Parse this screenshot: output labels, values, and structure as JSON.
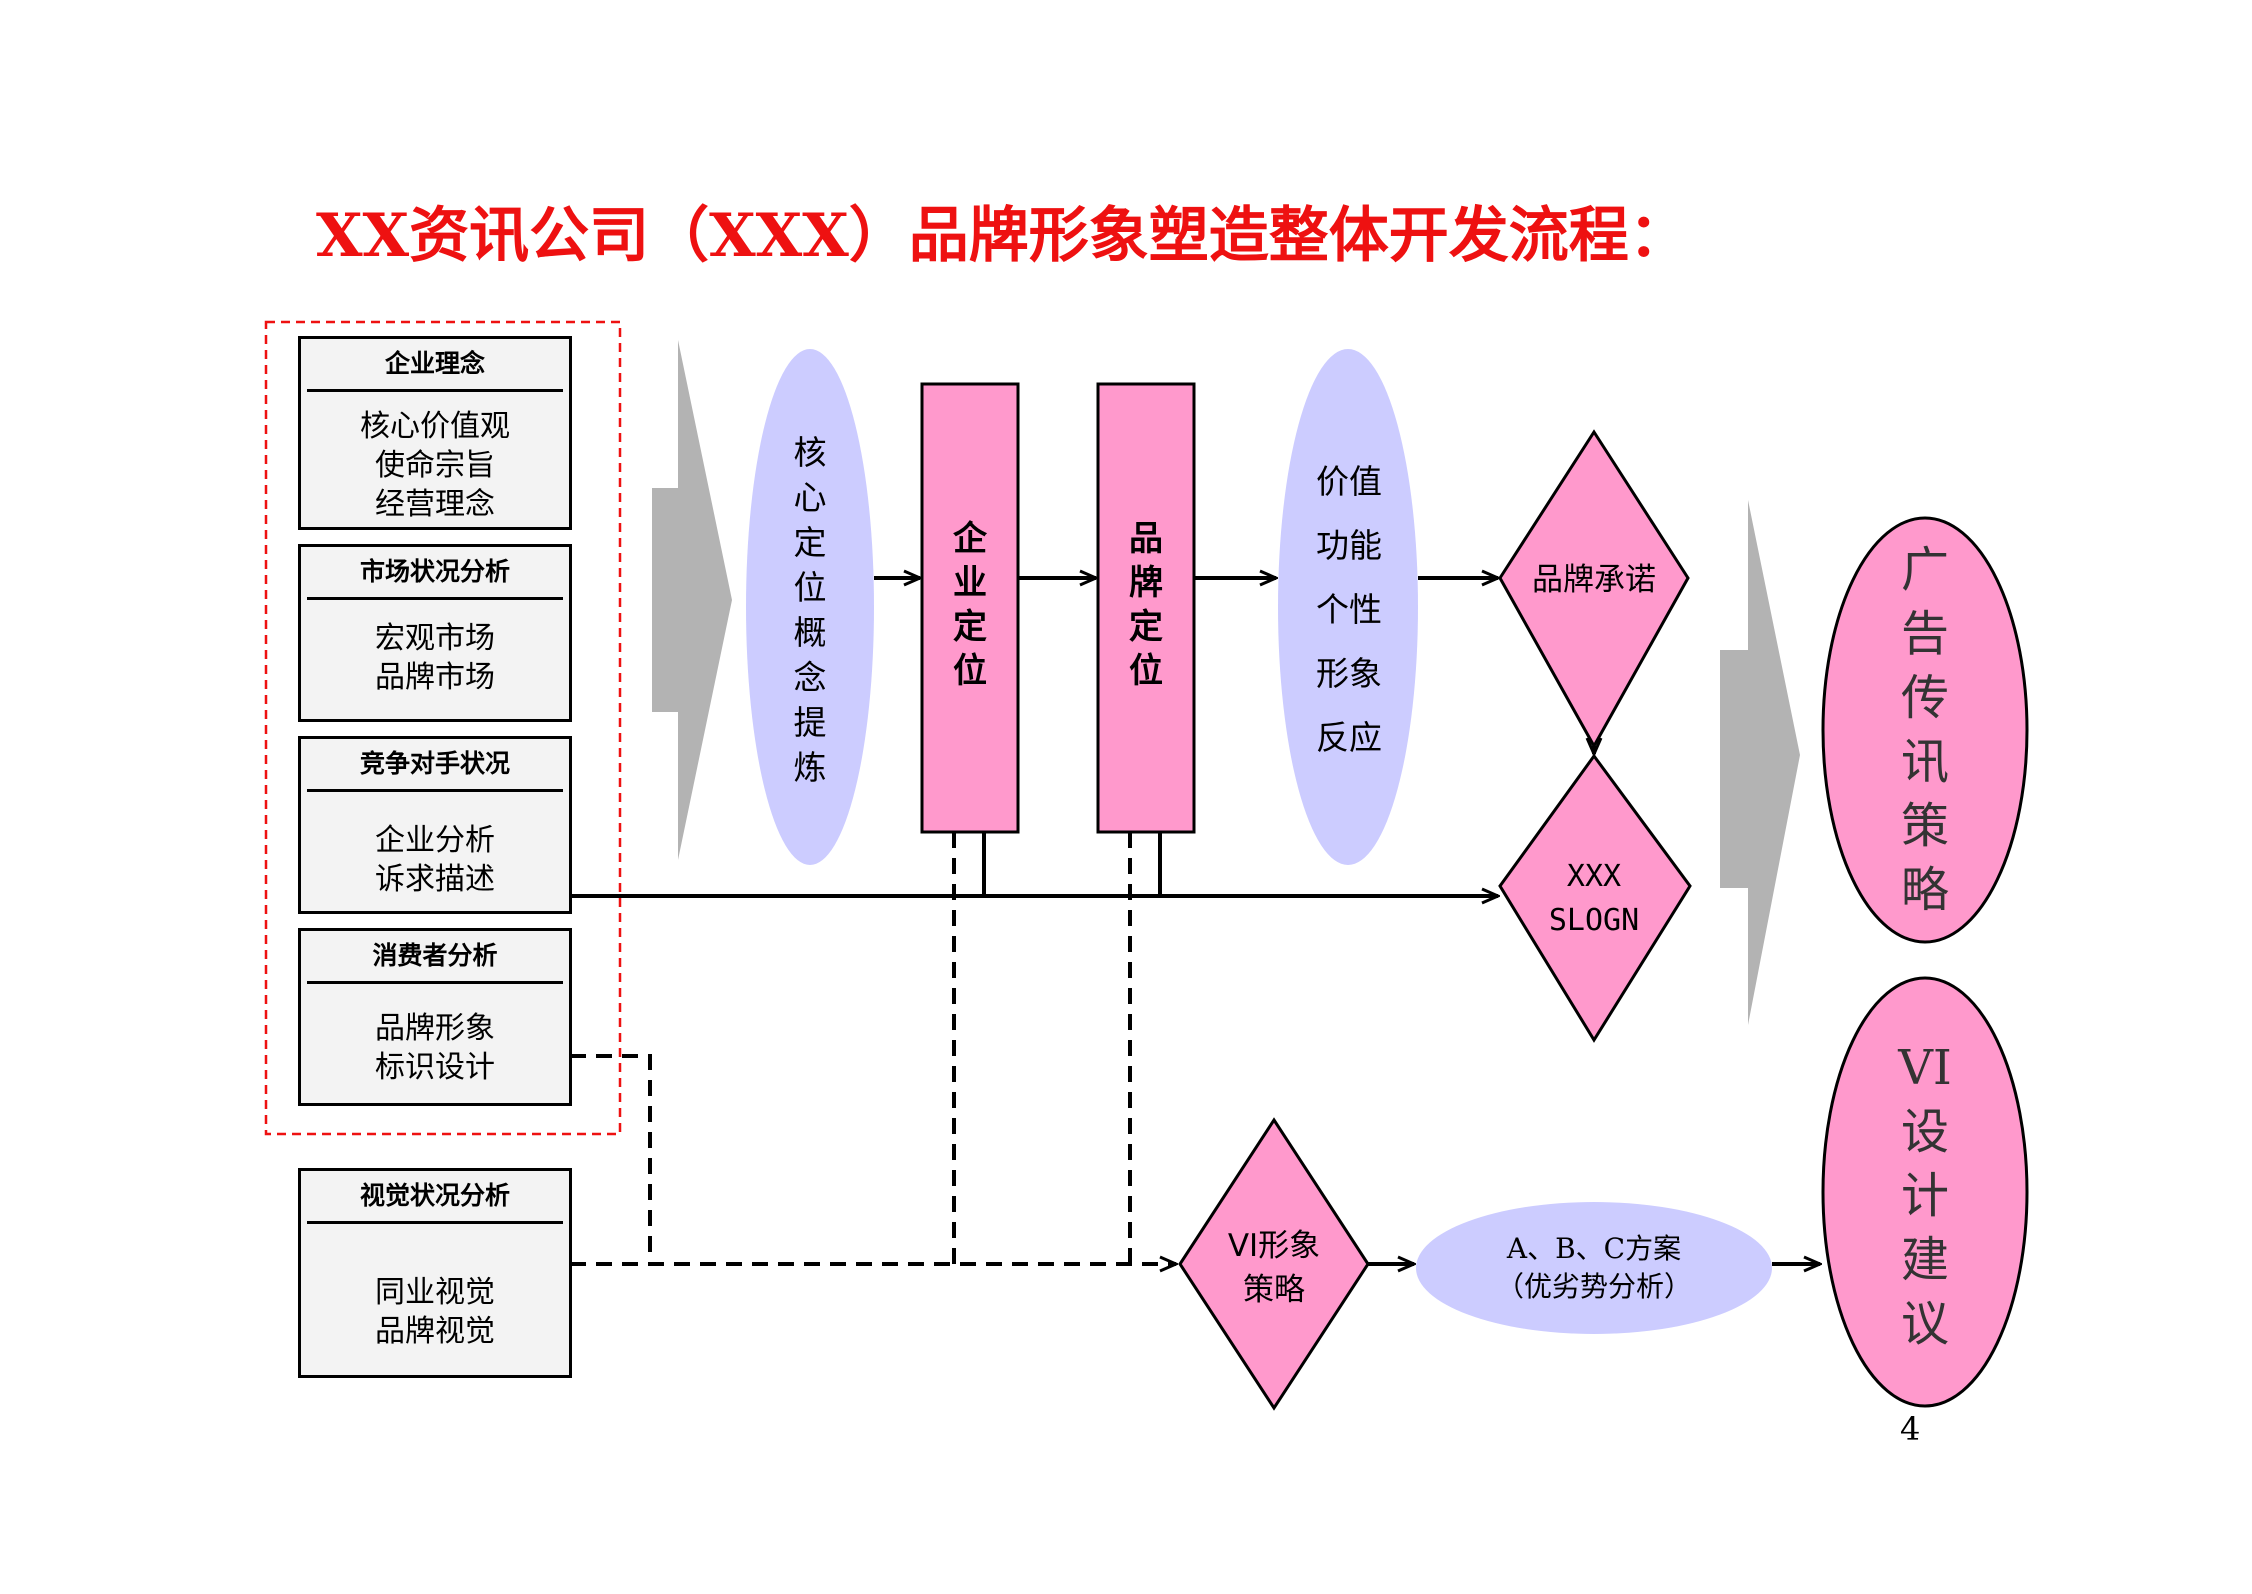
{
  "title": "XX资讯公司（XXX）品牌形象塑造整体开发流程：",
  "left_boxes": [
    {
      "header": "企业理念",
      "lines": "核心价值观\n使命宗旨\n经营理念"
    },
    {
      "header": "市场状况分析",
      "lines": "宏观市场\n品牌市场"
    },
    {
      "header": "竞争对手状况",
      "lines": "企业分析\n诉求描述"
    },
    {
      "header": "消费者分析",
      "lines": "品牌形象\n标识设计"
    },
    {
      "header": "视觉状况分析",
      "lines": "同业视觉\n品牌视觉"
    }
  ],
  "core_ellipse": [
    "核",
    "心",
    "定",
    "位",
    "概",
    "念",
    "提",
    "炼"
  ],
  "corp_position": [
    "企",
    "业",
    "定",
    "位"
  ],
  "brand_position": [
    "品",
    "牌",
    "定",
    "位"
  ],
  "value_ellipse": [
    "价值",
    "功能",
    "个性",
    "形象",
    "反应"
  ],
  "brand_promise": "品牌承诺",
  "slogan": "XXX\nSLOGN",
  "vi_strategy": "VI形象\n策略",
  "plans": "A、B、C方案\n（优劣势分析）",
  "ad_strategy": [
    "广",
    "告",
    "传",
    "讯",
    "策",
    "略"
  ],
  "vi_suggestion": [
    "VI",
    "设",
    "计",
    "建",
    "议"
  ],
  "page_number": "4",
  "colors": {
    "title_red": "#ee1111",
    "pink": "#ff99cc",
    "lavender": "#ccccff",
    "gray_arrow": "#b3b3b3",
    "dashed_red": "#ee1111"
  }
}
